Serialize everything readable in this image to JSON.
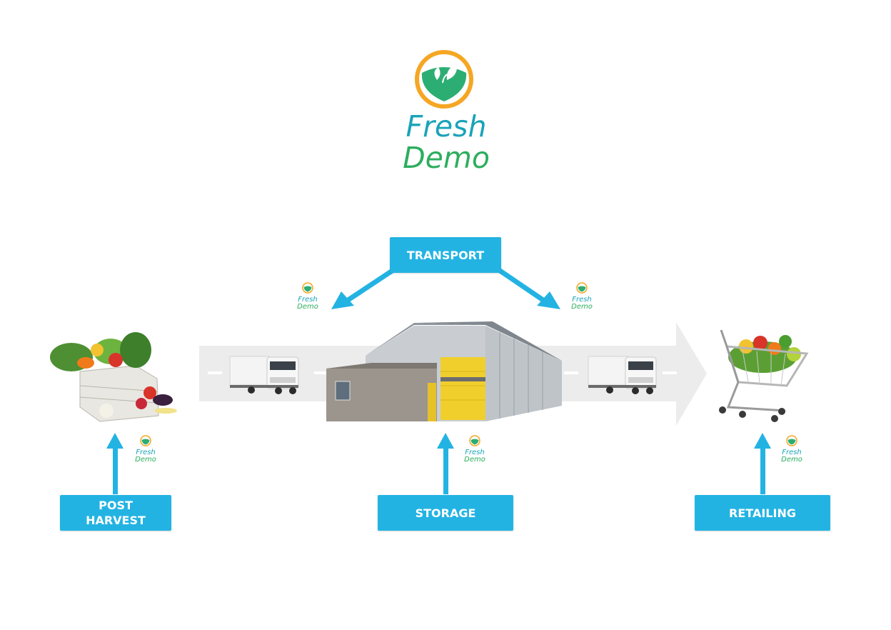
{
  "brand": {
    "line1": "Fresh",
    "line2": "Demo"
  },
  "stages": {
    "transport": "TRANSPORT",
    "post_harvest": "POST\nHARVEST",
    "storage": "STORAGE",
    "retailing": "RETAILING"
  },
  "colors": {
    "box": "#23b3e3",
    "road": "#ececec",
    "logo_ring": "#f5a623",
    "logo_fill": "#2cae73",
    "brand_teal": "#1aa3b8",
    "brand_green": "#2cae5e"
  },
  "icons": [
    "fresh-demo-logo",
    "truck-icon",
    "warehouse-icon",
    "vegetable-crate-icon",
    "shopping-cart-icon"
  ]
}
